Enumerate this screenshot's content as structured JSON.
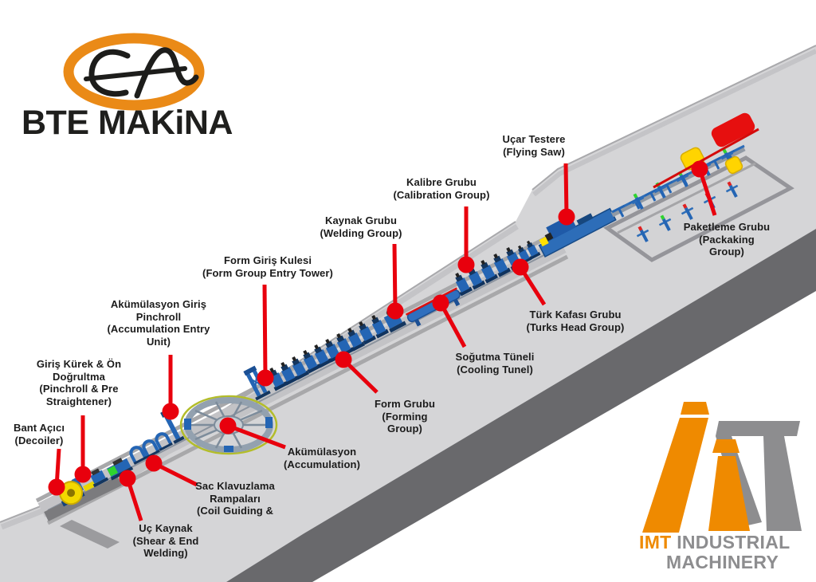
{
  "brand": {
    "wordmark": "BTE MAKiNA"
  },
  "footer_logo": {
    "imt": "IMT",
    "industrial": " INDUSTRIAL",
    "machinery": "MACHINERY"
  },
  "colors": {
    "accent_red": "#e8000d",
    "brand_orange": "#ea8a17",
    "logo_gray": "#8d8d8f",
    "machine_blue": "#2465b4",
    "machine_blue_dark": "#17477e",
    "platform_gray": "#d5d5d7",
    "platform_side_gray": "#69696c",
    "highlight_yellow": "#ffd400",
    "highlight_green": "#2fd32f"
  },
  "callouts": {
    "bant_acici": {
      "label": "Bant Açıcı\n(Decoiler)"
    },
    "giris_kurek": {
      "label": "Giriş Kürek & Ön\nDoğrultma\n(Pinchroll & Pre\nStraightener)"
    },
    "akumulasyon_giris": {
      "label": "Akümülasyon Giriş\nPinchroll\n(Accumulation Entry\nUnit)"
    },
    "uc_kaynak": {
      "label": "Uç Kaynak\n(Shear & End\nWelding)"
    },
    "sac_klavuzlama": {
      "label": "Sac Klavuzlama\nRampaları\n(Coil Guiding &"
    },
    "akumulasyon": {
      "label": "Akümülasyon\n(Accumulation)"
    },
    "form_giris_kulesi": {
      "label": "Form Giriş Kulesi\n(Form Group Entry Tower)"
    },
    "form_grubu": {
      "label": "Form Grubu\n(Forming\nGroup)"
    },
    "kaynak_grubu": {
      "label": "Kaynak Grubu\n(Welding Group)"
    },
    "sogutma_tuneli": {
      "label": "Soğutma Tüneli\n(Cooling Tunel)"
    },
    "kalibre_grubu": {
      "label": "Kalibre Grubu\n(Calibration Group)"
    },
    "turk_kafasi": {
      "label": "Türk Kafası Grubu\n(Turks Head Group)"
    },
    "ucar_testere": {
      "label": "Uçar Testere\n(Flying Saw)"
    },
    "paketleme": {
      "label": "Paketleme Grubu\n(Packaking Group)"
    }
  }
}
